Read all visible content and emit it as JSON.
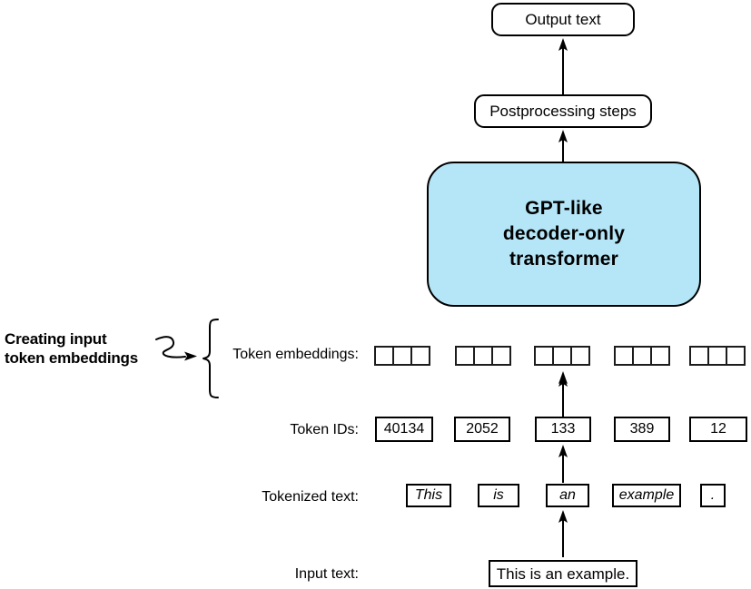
{
  "diagram": {
    "title": "LLM text generation pipeline with input token embeddings",
    "colors": {
      "transformer_fill": "#b5e6f7",
      "stroke": "#000000",
      "background": "#ffffff"
    },
    "output_box": {
      "label": "Output text"
    },
    "postprocessing_box": {
      "label": "Postprocessing steps"
    },
    "transformer_block": {
      "line1": "GPT-like",
      "line2": "decoder-only",
      "line3": "transformer"
    },
    "annotation": {
      "line1": "Creating input",
      "line2": "token embeddings"
    },
    "rows": {
      "token_embeddings": {
        "label": "Token embeddings:",
        "cells_per_group": 3,
        "groups": 5
      },
      "token_ids": {
        "label": "Token IDs:",
        "values": [
          "40134",
          "2052",
          "133",
          "389",
          "12"
        ]
      },
      "tokenized_text": {
        "label": "Tokenized text:",
        "values": [
          "This",
          "is",
          "an",
          "example",
          "."
        ]
      },
      "input_text": {
        "label": "Input text:",
        "value": "This is an example."
      }
    }
  }
}
